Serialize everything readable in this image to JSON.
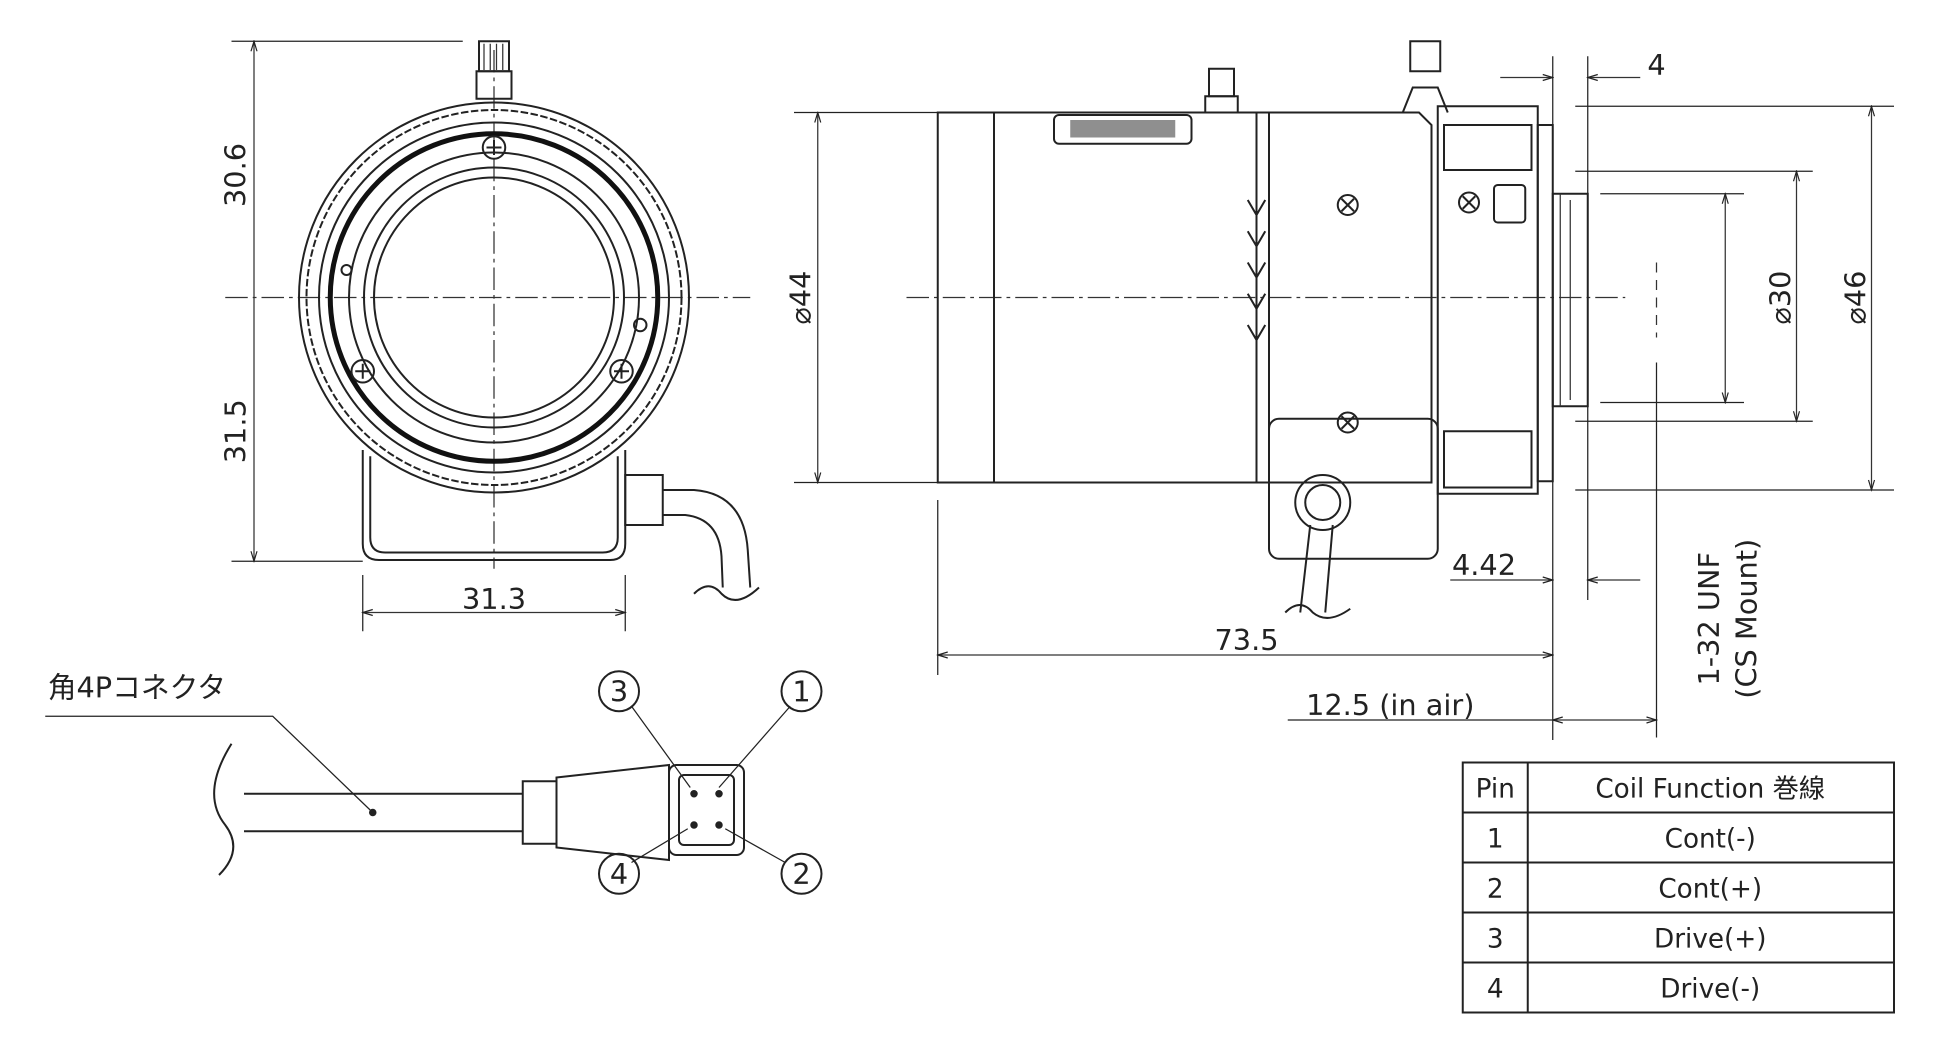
{
  "dimensions": {
    "front_top": "30.6",
    "front_bottom": "31.5",
    "front_width": "31.3",
    "side_diameter": "⌀44",
    "side_length": "73.5",
    "flange_width": "4",
    "mount_diameter": "⌀30",
    "rear_diameter": "⌀46",
    "back_offset": "4.42",
    "back_focus": "12.5 (in air)",
    "mount_thread": "1-32 UNF",
    "mount_type": "(CS Mount)"
  },
  "connector": {
    "label": "角4Pコネクタ",
    "pins": [
      "1",
      "2",
      "3",
      "4"
    ]
  },
  "pin_table": {
    "headers": [
      "Pin",
      "Coil Function 巻線"
    ],
    "rows": [
      [
        "1",
        "Cont(-)"
      ],
      [
        "2",
        "Cont(+)"
      ],
      [
        "3",
        "Drive(+)"
      ],
      [
        "4",
        "Drive(-)"
      ]
    ]
  }
}
